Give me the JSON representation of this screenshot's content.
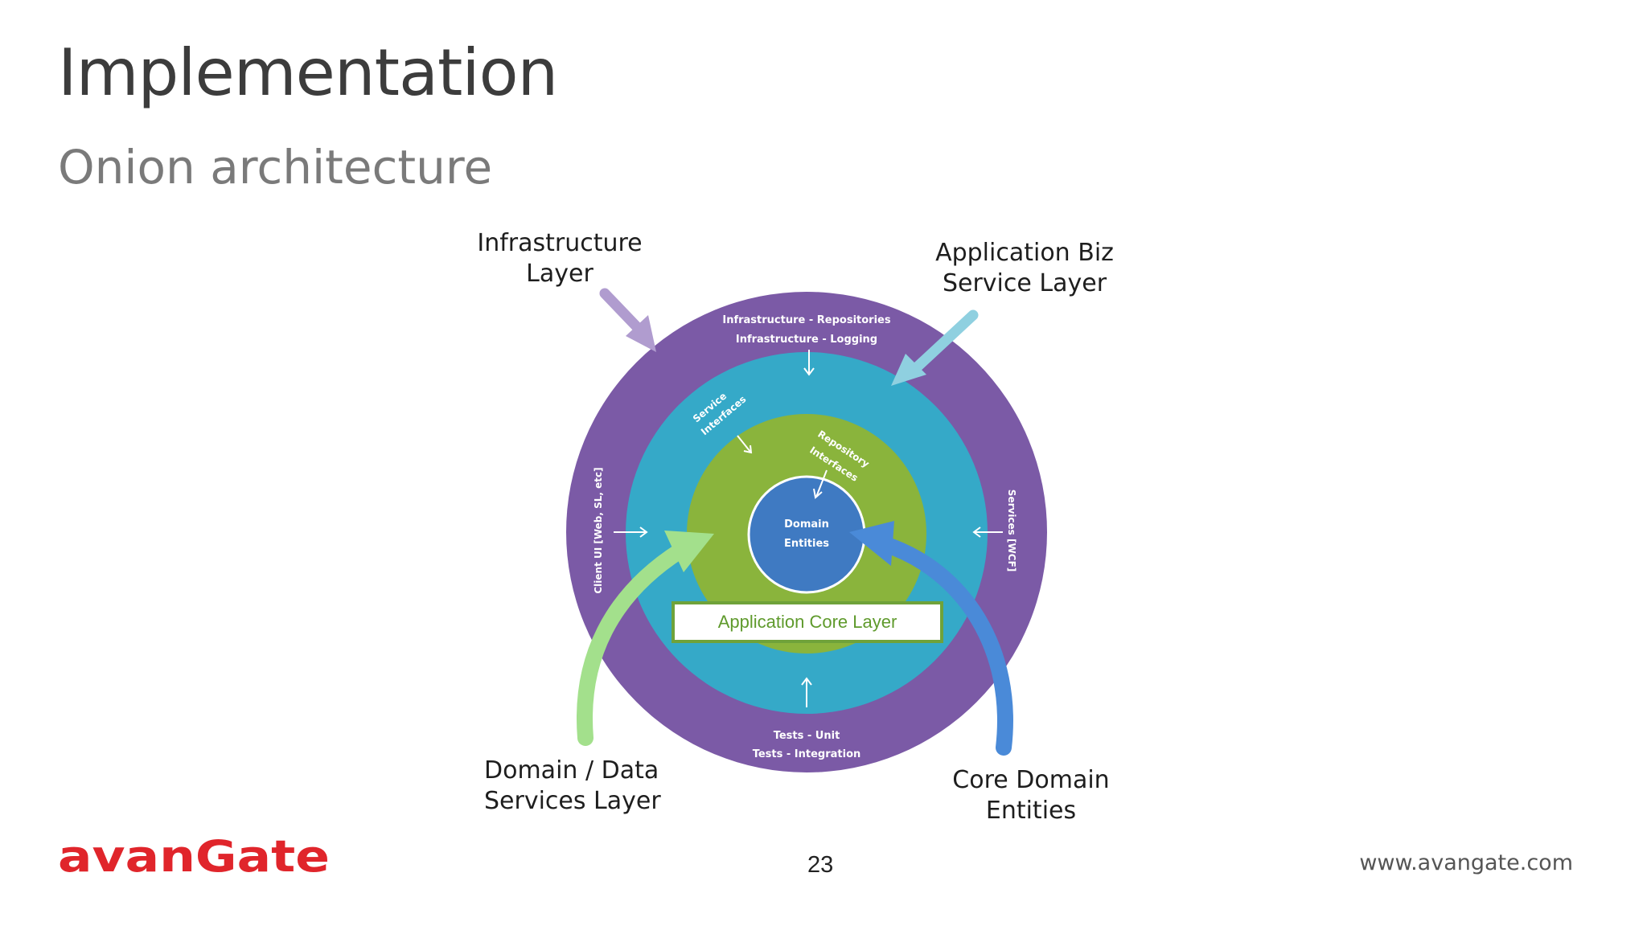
{
  "slide": {
    "title": "Implementation",
    "subtitle": "Onion architecture",
    "page_number": "23",
    "website": "www.avangate.com",
    "logo_text": "avanGate"
  },
  "diagram": {
    "callouts": {
      "infrastructure": [
        "Infrastructure",
        "Layer"
      ],
      "app_biz": [
        "Application Biz",
        "Service Layer"
      ],
      "domain_data": [
        "Domain / Data",
        "Services Layer"
      ],
      "core_domain": [
        "Core Domain",
        "Entities"
      ]
    },
    "outer_ring": {
      "top": [
        "Infrastructure - Repositories",
        "Infrastructure - Logging"
      ],
      "bottom": [
        "Tests - Unit",
        "Tests - Integration"
      ],
      "left": "Client UI [Web, SL, etc]",
      "right": "Services [WCF]"
    },
    "service_ring_label": [
      "Service",
      "Interfaces"
    ],
    "repository_ring_label": [
      "Repository",
      "Interfaces"
    ],
    "core_labels": [
      "Domain",
      "Entities"
    ],
    "core_layer_box": "Application Core Layer",
    "colors": {
      "outer": "#7b5aa6",
      "service": "#35a9c8",
      "repository": "#8ab43c",
      "core": "#3f7ac2",
      "arrow_infra": "#b09ccf",
      "arrow_appbiz": "#8fd0e0",
      "arrow_domain": "#a3e08c",
      "arrow_core": "#4a8ad8",
      "logo": "#e0252b"
    }
  }
}
